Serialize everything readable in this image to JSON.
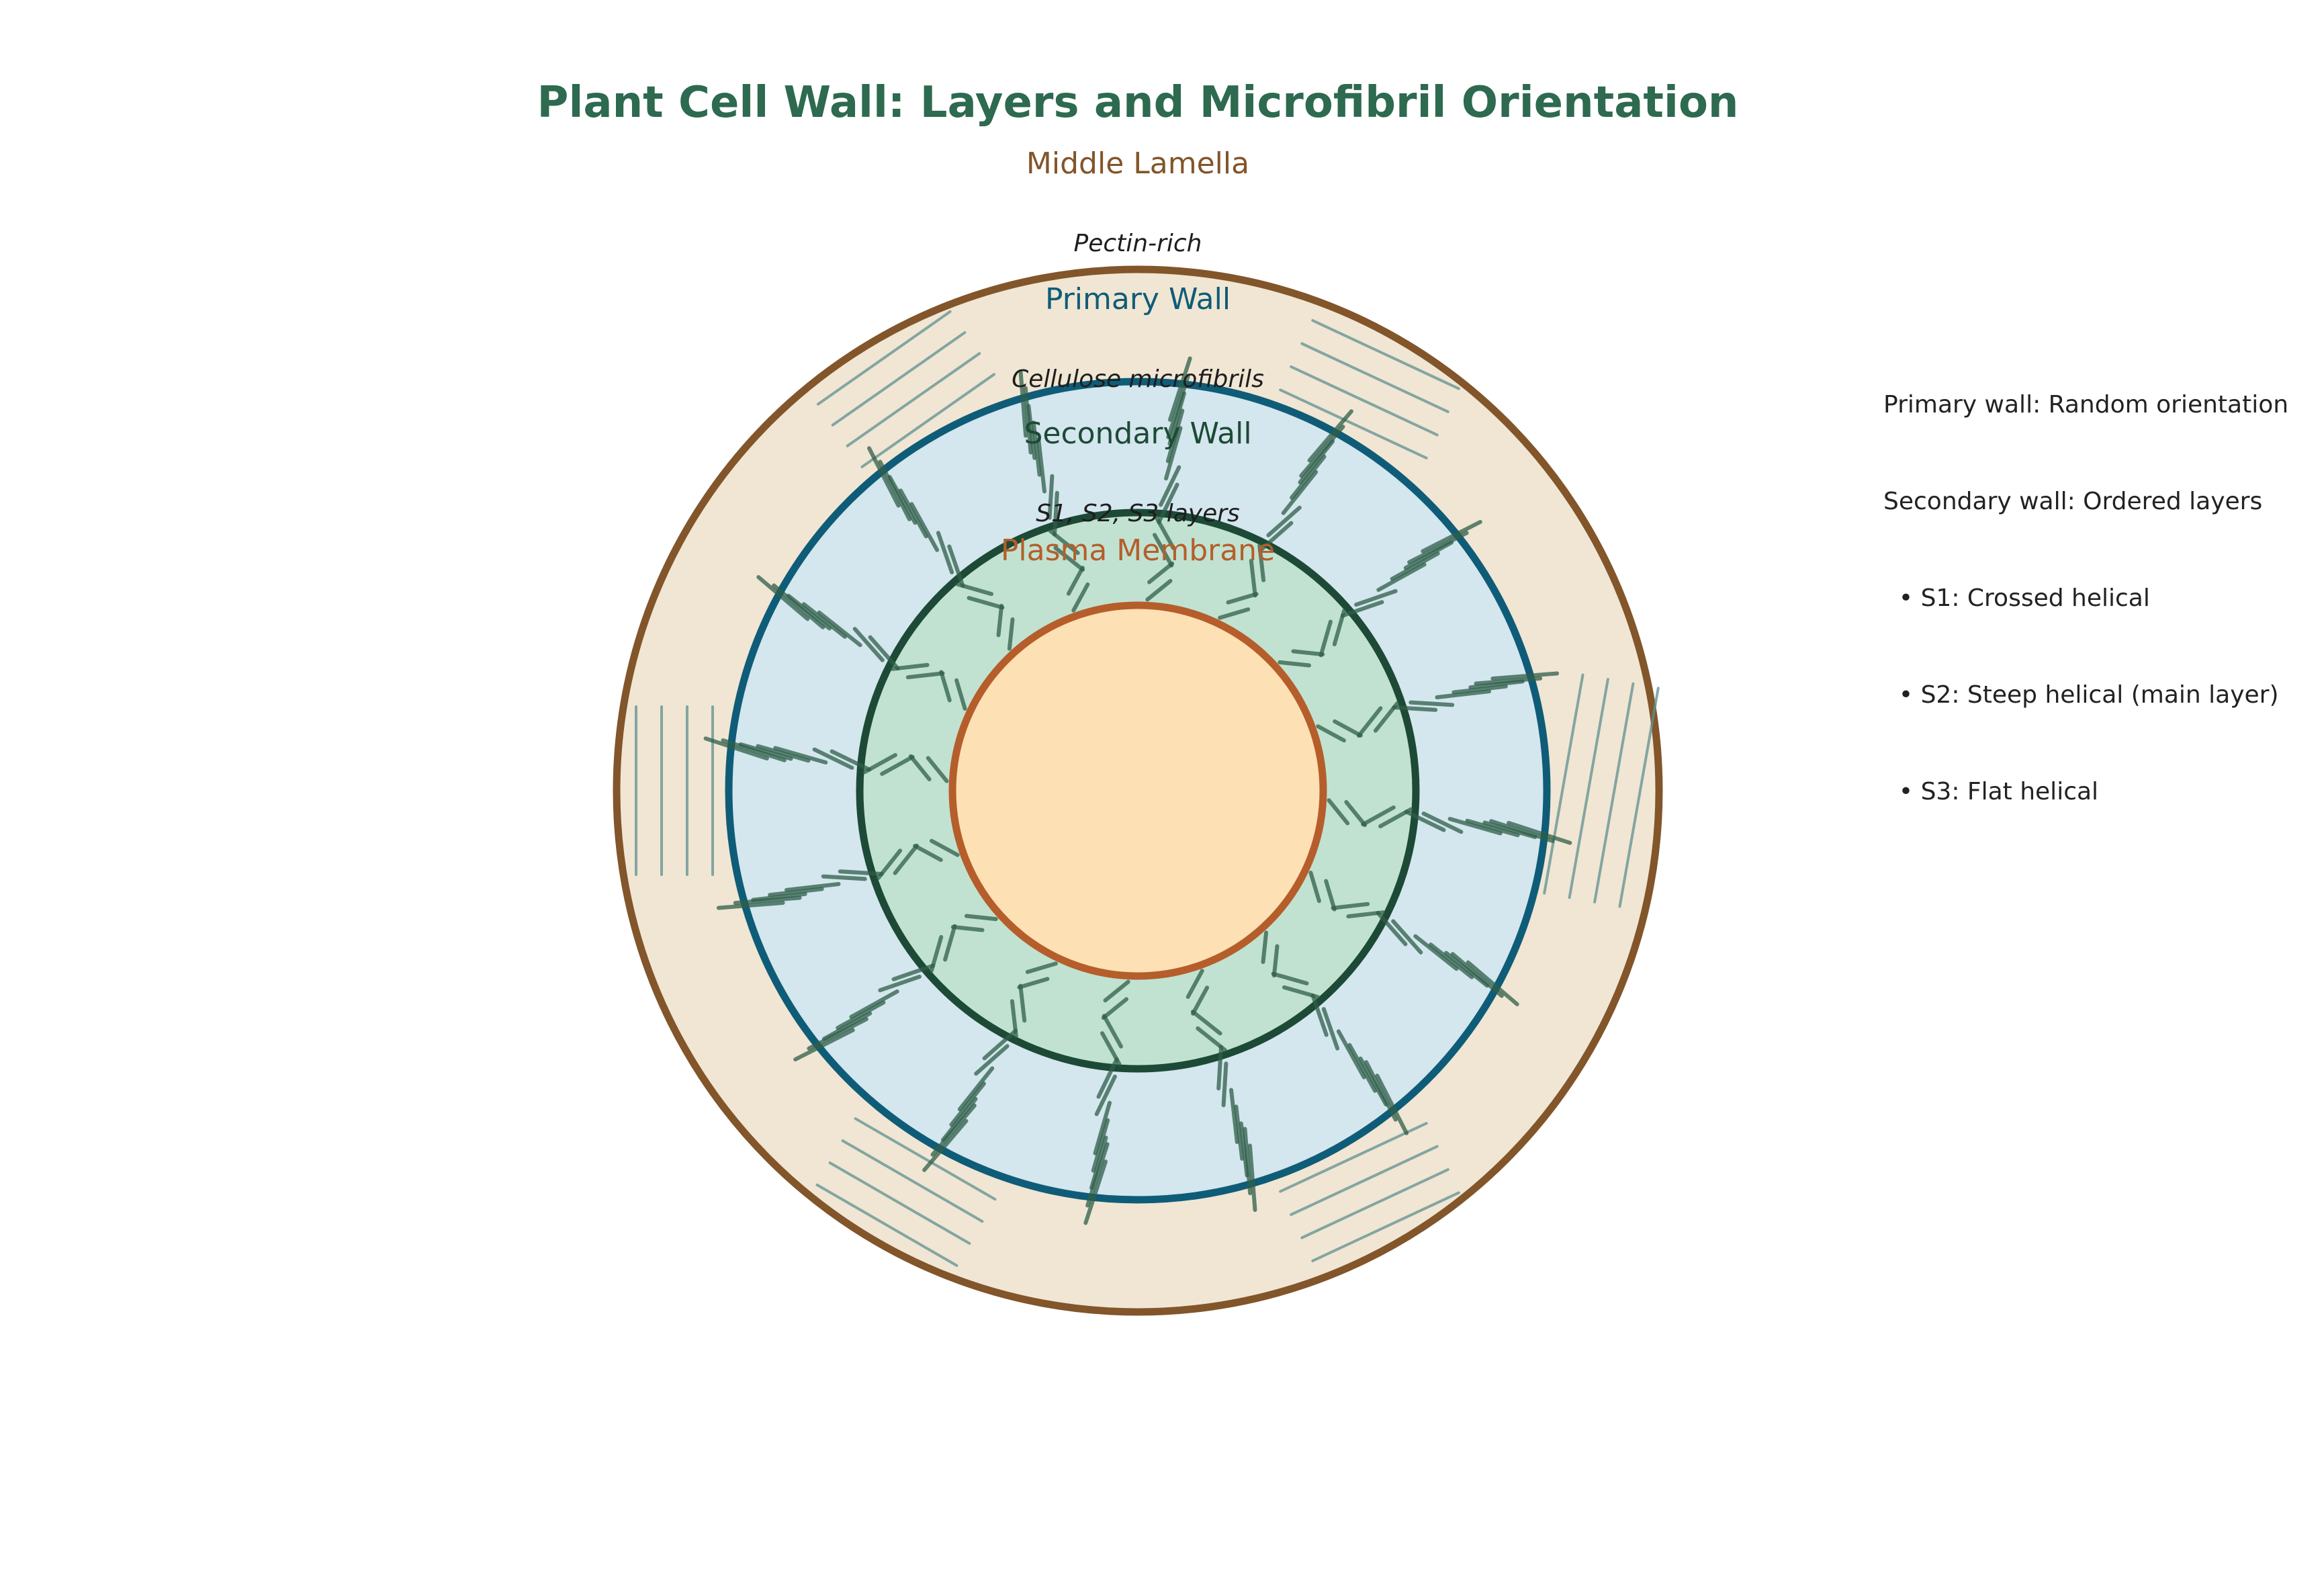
{
  "diagram": {
    "title": "Plant Cell Wall: Layers and Microfibril Orientation",
    "colors": {
      "title": "#2d6a4f",
      "middle_lamella_fill": "#f0e6d3",
      "middle_lamella_stroke": "#82552a",
      "middle_lamella_text": "#82552a",
      "primary_wall_fill": "#d4e6ee",
      "primary_wall_stroke": "#0f5c78",
      "primary_wall_text": "#0f5c78",
      "secondary_wall_fill": "#c1e2d1",
      "secondary_wall_stroke": "#1d4a36",
      "secondary_wall_text": "#1d4a36",
      "membrane_fill": "#fde0b3",
      "membrane_stroke": "#b55e2b",
      "membrane_text": "#b55e2b",
      "sublabel_text": "#1e1e1e",
      "microfibril_primary": "#5f8f90",
      "microfibril_secondary": "#2f5e48",
      "legend_text": "#222222"
    },
    "layers": {
      "middle_lamella": {
        "label": "Middle Lamella",
        "sublabel": "Pectin-rich"
      },
      "primary_wall": {
        "label": "Primary Wall",
        "sublabel": "Cellulose microfibrils"
      },
      "secondary_wall": {
        "label": "Secondary Wall",
        "sublabel": "S1, S2, S3 layers"
      },
      "plasma_membrane": {
        "label": "Plasma Membrane"
      }
    },
    "legend": [
      "Primary wall: Random orientation",
      "Secondary wall: Ordered layers",
      "  • S1: Crossed helical",
      "  • S2: Steep helical (main layer)",
      "  • S3: Flat helical"
    ]
  }
}
